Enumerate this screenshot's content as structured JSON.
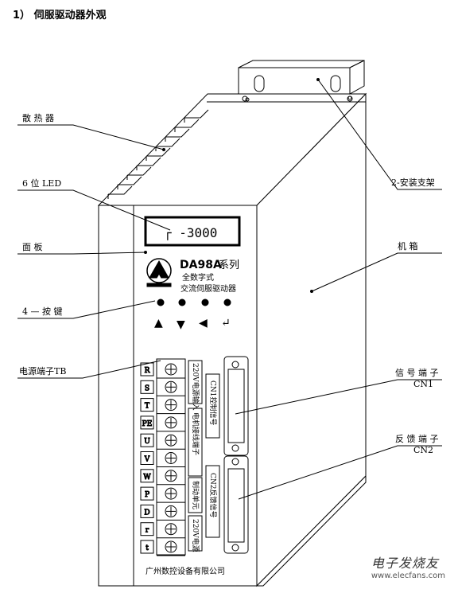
{
  "title": "1）  伺服驱动器外观",
  "labels": {
    "heatsink": "散 热 器",
    "led": "6 位 LED",
    "panel": "面     板",
    "keys": "4 — 按 键",
    "power_terminal": "电源端子TB",
    "bracket": "2-安装支架",
    "chassis": "机     箱",
    "signal_terminal": "信 号 端 子",
    "signal_terminal_code": "CN1",
    "feedback_terminal": "反 馈 端 子",
    "feedback_terminal_code": "CN2"
  },
  "display": {
    "value": "┌ -3000"
  },
  "brand": {
    "model": "DA98A",
    "series": "系列",
    "line1": "全数字式",
    "line2": "交流伺服驱动器",
    "company": "广州数控设备有限公司"
  },
  "terminals": [
    "R",
    "S",
    "T",
    "PE",
    "U",
    "V",
    "W",
    "P",
    "D",
    "r",
    "t"
  ],
  "terminal_groups": {
    "power_in": "220V电源输入",
    "motor": "电机接线端子",
    "brake": "制动单元",
    "ctrl_power": "220V电源"
  },
  "connectors": {
    "cn1": "CN1控制信号",
    "cn2": "CN2反馈信号"
  },
  "key_symbols": [
    "▲",
    "▼",
    "◀",
    "↵"
  ],
  "watermark": {
    "brand": "电子发烧友",
    "site": "www.elecfans.com"
  }
}
